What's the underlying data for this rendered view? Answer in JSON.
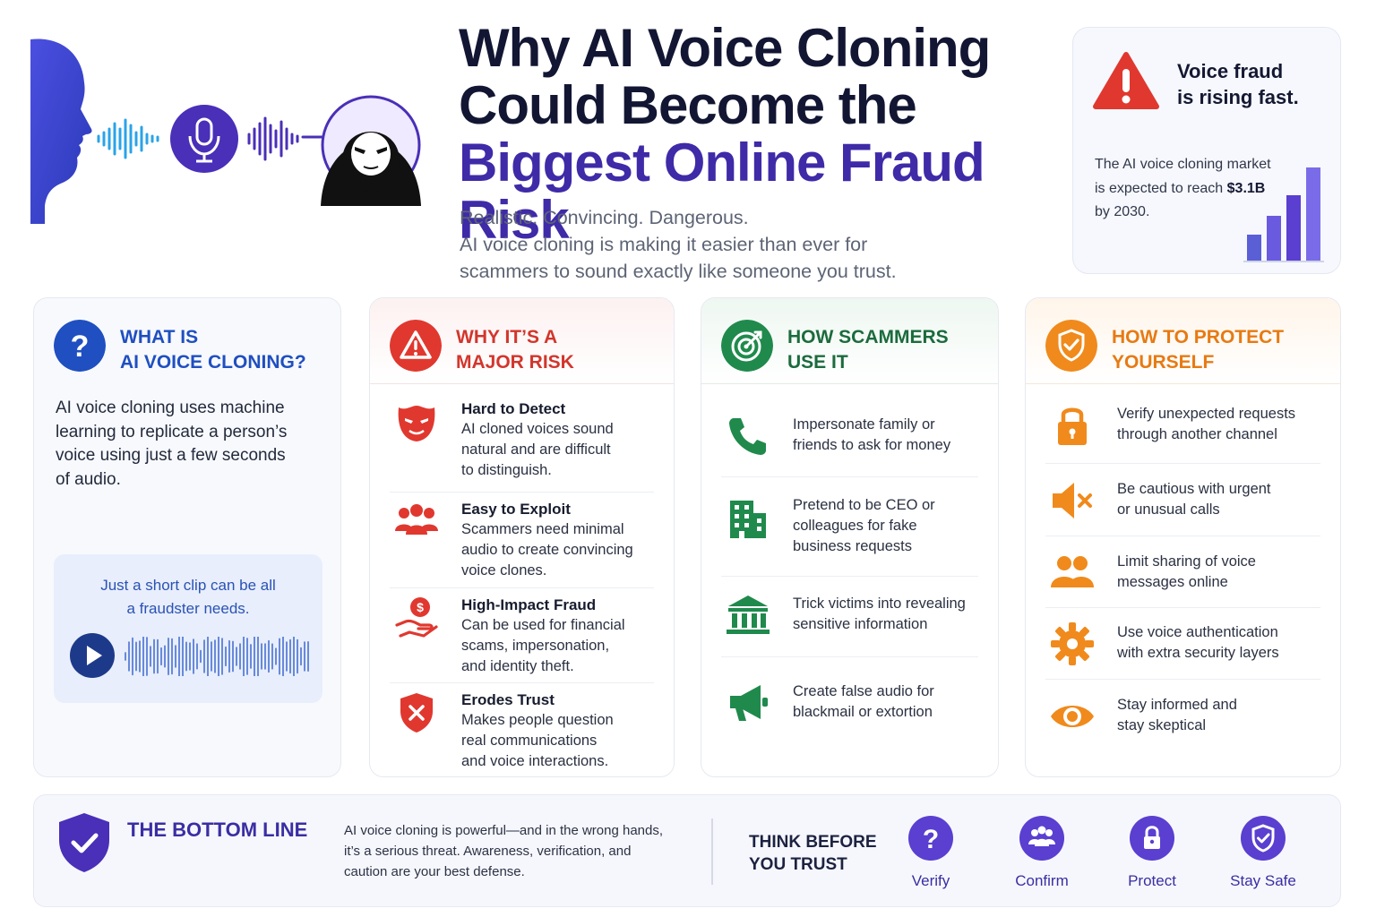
{
  "hero": {
    "title_lines": [
      "Why AI Voice Cloning",
      "Could Become the",
      "Biggest Online Fraud Risk"
    ],
    "subtitle_lines": [
      "Realistic. Convincing. Dangerous.",
      "AI voice cloning is making it easier than ever for",
      "scammers to sound exactly like someone you trust."
    ]
  },
  "stat_card": {
    "heading_lines": [
      "Voice fraud",
      "is rising fast."
    ],
    "body_pre": "The AI voice cloning market is expected to reach ",
    "body_value": "$3.1B",
    "body_post": " by 2030.",
    "bar_levels": [
      0.28,
      0.48,
      0.7,
      1.0
    ]
  },
  "what_is": {
    "title_lines": [
      "WHAT IS",
      "AI VOICE CLONING?"
    ],
    "desc_lines": [
      "AI voice cloning uses machine",
      "learning to replicate a person’s",
      "voice using just a few seconds",
      "of audio."
    ],
    "clip_lines": [
      "Just a short clip can be all",
      "a fraudster needs."
    ]
  },
  "why_risk": {
    "title_lines": [
      "WHY IT’S A",
      "MAJOR RISK"
    ],
    "items": [
      {
        "heading": "Hard to Detect",
        "lines": [
          "AI cloned voices sound",
          "natural and are difficult",
          "to distinguish."
        ]
      },
      {
        "heading": "Easy to Exploit",
        "lines": [
          "Scammers need minimal",
          "audio to create convincing",
          "voice clones."
        ]
      },
      {
        "heading": "High-Impact Fraud",
        "lines": [
          "Can be used for financial",
          "scams, impersonation,",
          "and identity theft."
        ]
      },
      {
        "heading": "Erodes Trust",
        "lines": [
          "Makes people question",
          "real communications",
          "and voice interactions."
        ]
      }
    ]
  },
  "how_scammers": {
    "title_lines": [
      "HOW SCAMMERS",
      "USE IT"
    ],
    "items": [
      {
        "lines": [
          "Impersonate family or",
          "friends to ask for money"
        ]
      },
      {
        "lines": [
          "Pretend to be CEO or",
          "colleagues for fake",
          "business requests"
        ]
      },
      {
        "lines": [
          "Trick victims into revealing",
          "sensitive information"
        ]
      },
      {
        "lines": [
          "Create false audio for",
          "blackmail or extortion"
        ]
      }
    ]
  },
  "protect": {
    "title_lines": [
      "HOW TO PROTECT",
      "YOURSELF"
    ],
    "items": [
      {
        "lines": [
          "Verify unexpected requests",
          "through another channel"
        ]
      },
      {
        "lines": [
          "Be cautious with urgent",
          "or unusual calls"
        ]
      },
      {
        "lines": [
          "Limit sharing of voice",
          "messages online"
        ]
      },
      {
        "lines": [
          "Use voice authentication",
          "with extra security layers"
        ]
      },
      {
        "lines": [
          "Stay informed and",
          "stay skeptical"
        ]
      }
    ]
  },
  "bottom": {
    "title": "THE BOTTOM LINE",
    "text_lines": [
      "AI voice cloning is powerful—and in the wrong hands,",
      "it’s a serious threat. Awareness, verification, and",
      "caution are your best defense."
    ],
    "cta_lines": [
      "THINK BEFORE",
      "YOU TRUST"
    ],
    "badges": [
      "Verify",
      "Confirm",
      "Protect",
      "Stay Safe"
    ]
  },
  "colors": {
    "purple": "#4a2fb8",
    "blue": "#1f4fc0",
    "red": "#e0382f",
    "green": "#1f8a4c",
    "orange": "#f08a1c"
  }
}
